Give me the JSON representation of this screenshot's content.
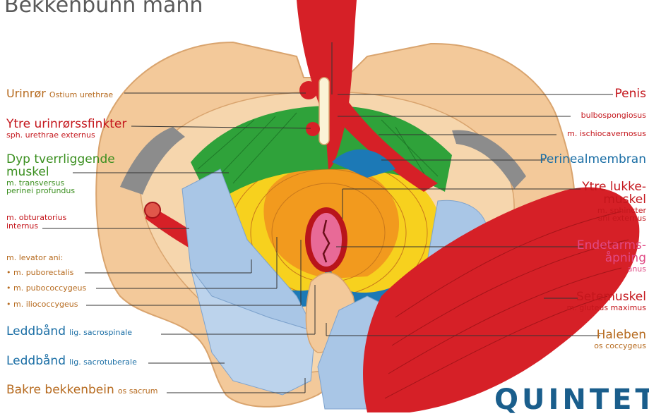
{
  "title": "Bekkenbunn mann",
  "logo": "QUINTET",
  "labels": {
    "urinror": {
      "name": "Urinrør",
      "latin": "Ostium urethrae"
    },
    "ytre_urinror": {
      "name": "Ytre urinrørssfinkter",
      "latin": "sph. urethrae externus"
    },
    "dyp_1": "Dyp tverrliggende",
    "dyp_2": "muskel",
    "dyp_latin_1": "m. transversus",
    "dyp_latin_2": "perinei profundus",
    "obturatorius_1": "m. obturatorius",
    "obturatorius_2": "internus",
    "levator": "m. levator ani:",
    "puborectalis": "• m. puborectalis",
    "pubococcygeus": "• m. pubococcygeus",
    "iliococcygeus": "• m. iliococcygeus",
    "sacrospinale": {
      "name": "Leddbånd",
      "latin": "lig. sacrospinale"
    },
    "sacrotuberale": {
      "name": "Leddbånd",
      "latin": "lig. sacrotuberale"
    },
    "sacrum": {
      "name": "Bakre bekkenbein",
      "latin": "os sacrum"
    },
    "penis": "Penis",
    "bulbo": "bulbospongiosus",
    "ischio": "m. ischiocavernosus",
    "perineal": "Perinealmembran",
    "ytre_lukke_1": "Ytre lukke-",
    "ytre_lukke_2": "muskel",
    "ytre_lukke_latin_1": "m. sphincter",
    "ytre_lukke_latin_2": "ani externus",
    "endetarm_1": "Endetarms-",
    "endetarm_2": "åpning",
    "endetarm_latin": "anus",
    "setemuskel": "Setemuskel",
    "setemuskel_latin": "m. gluteus maximus",
    "haleben": "Haleben",
    "haleben_latin": "os coccygeus"
  },
  "colors": {
    "bone": "#f3c99a",
    "bone_dark": "#d9a46e",
    "muscle_red": "#d62027",
    "sphincter_yellow": "#f7d11e",
    "sphincter_orange": "#f29a1e",
    "membrane_green": "#2fa23a",
    "ligament_blue": "#a9c6e6",
    "levator_blue": "#1c79b6",
    "anus_pink": "#e86a97",
    "cartilage_grey": "#8c8c8c"
  }
}
